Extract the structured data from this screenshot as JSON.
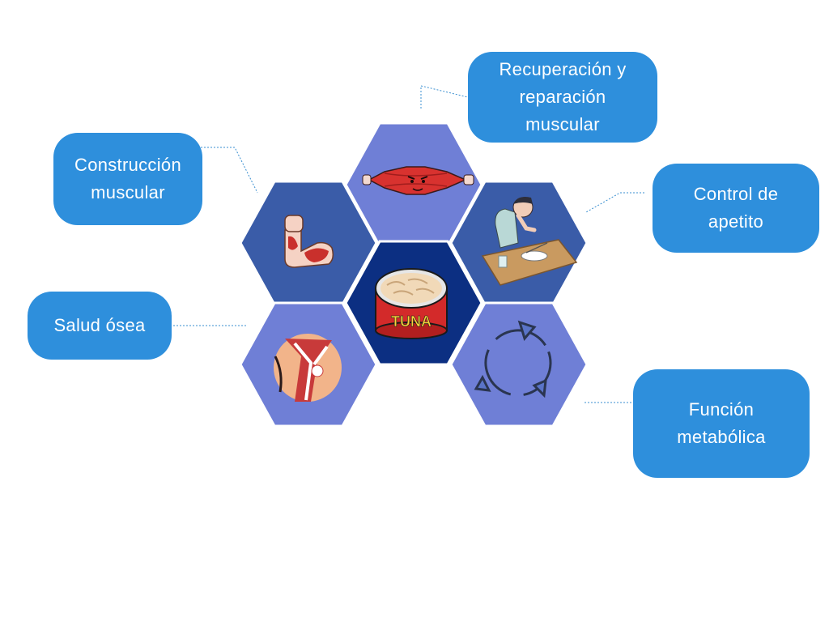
{
  "benefits": {
    "recovery": "Recuperación y\nreparación\nmuscular",
    "muscle_building": "Construcción\nmuscular",
    "appetite": "Control de\napetito",
    "bone_health": "Salud ósea",
    "metabolism": "Función\nmetabólica"
  },
  "center_can_text": "TUNA",
  "colors": {
    "box_blue": "#2e8fdc",
    "hex_light": "#6f7fd6",
    "hex_mid": "#3a5ca8",
    "hex_center": "#0c2f82",
    "connector": "#3a8fd0"
  },
  "icons": [
    "muscle-icon",
    "flexing-arm-icon",
    "tired-person-eating-icon",
    "knee-joint-icon",
    "cycle-arrows-icon",
    "tuna-can-icon"
  ]
}
